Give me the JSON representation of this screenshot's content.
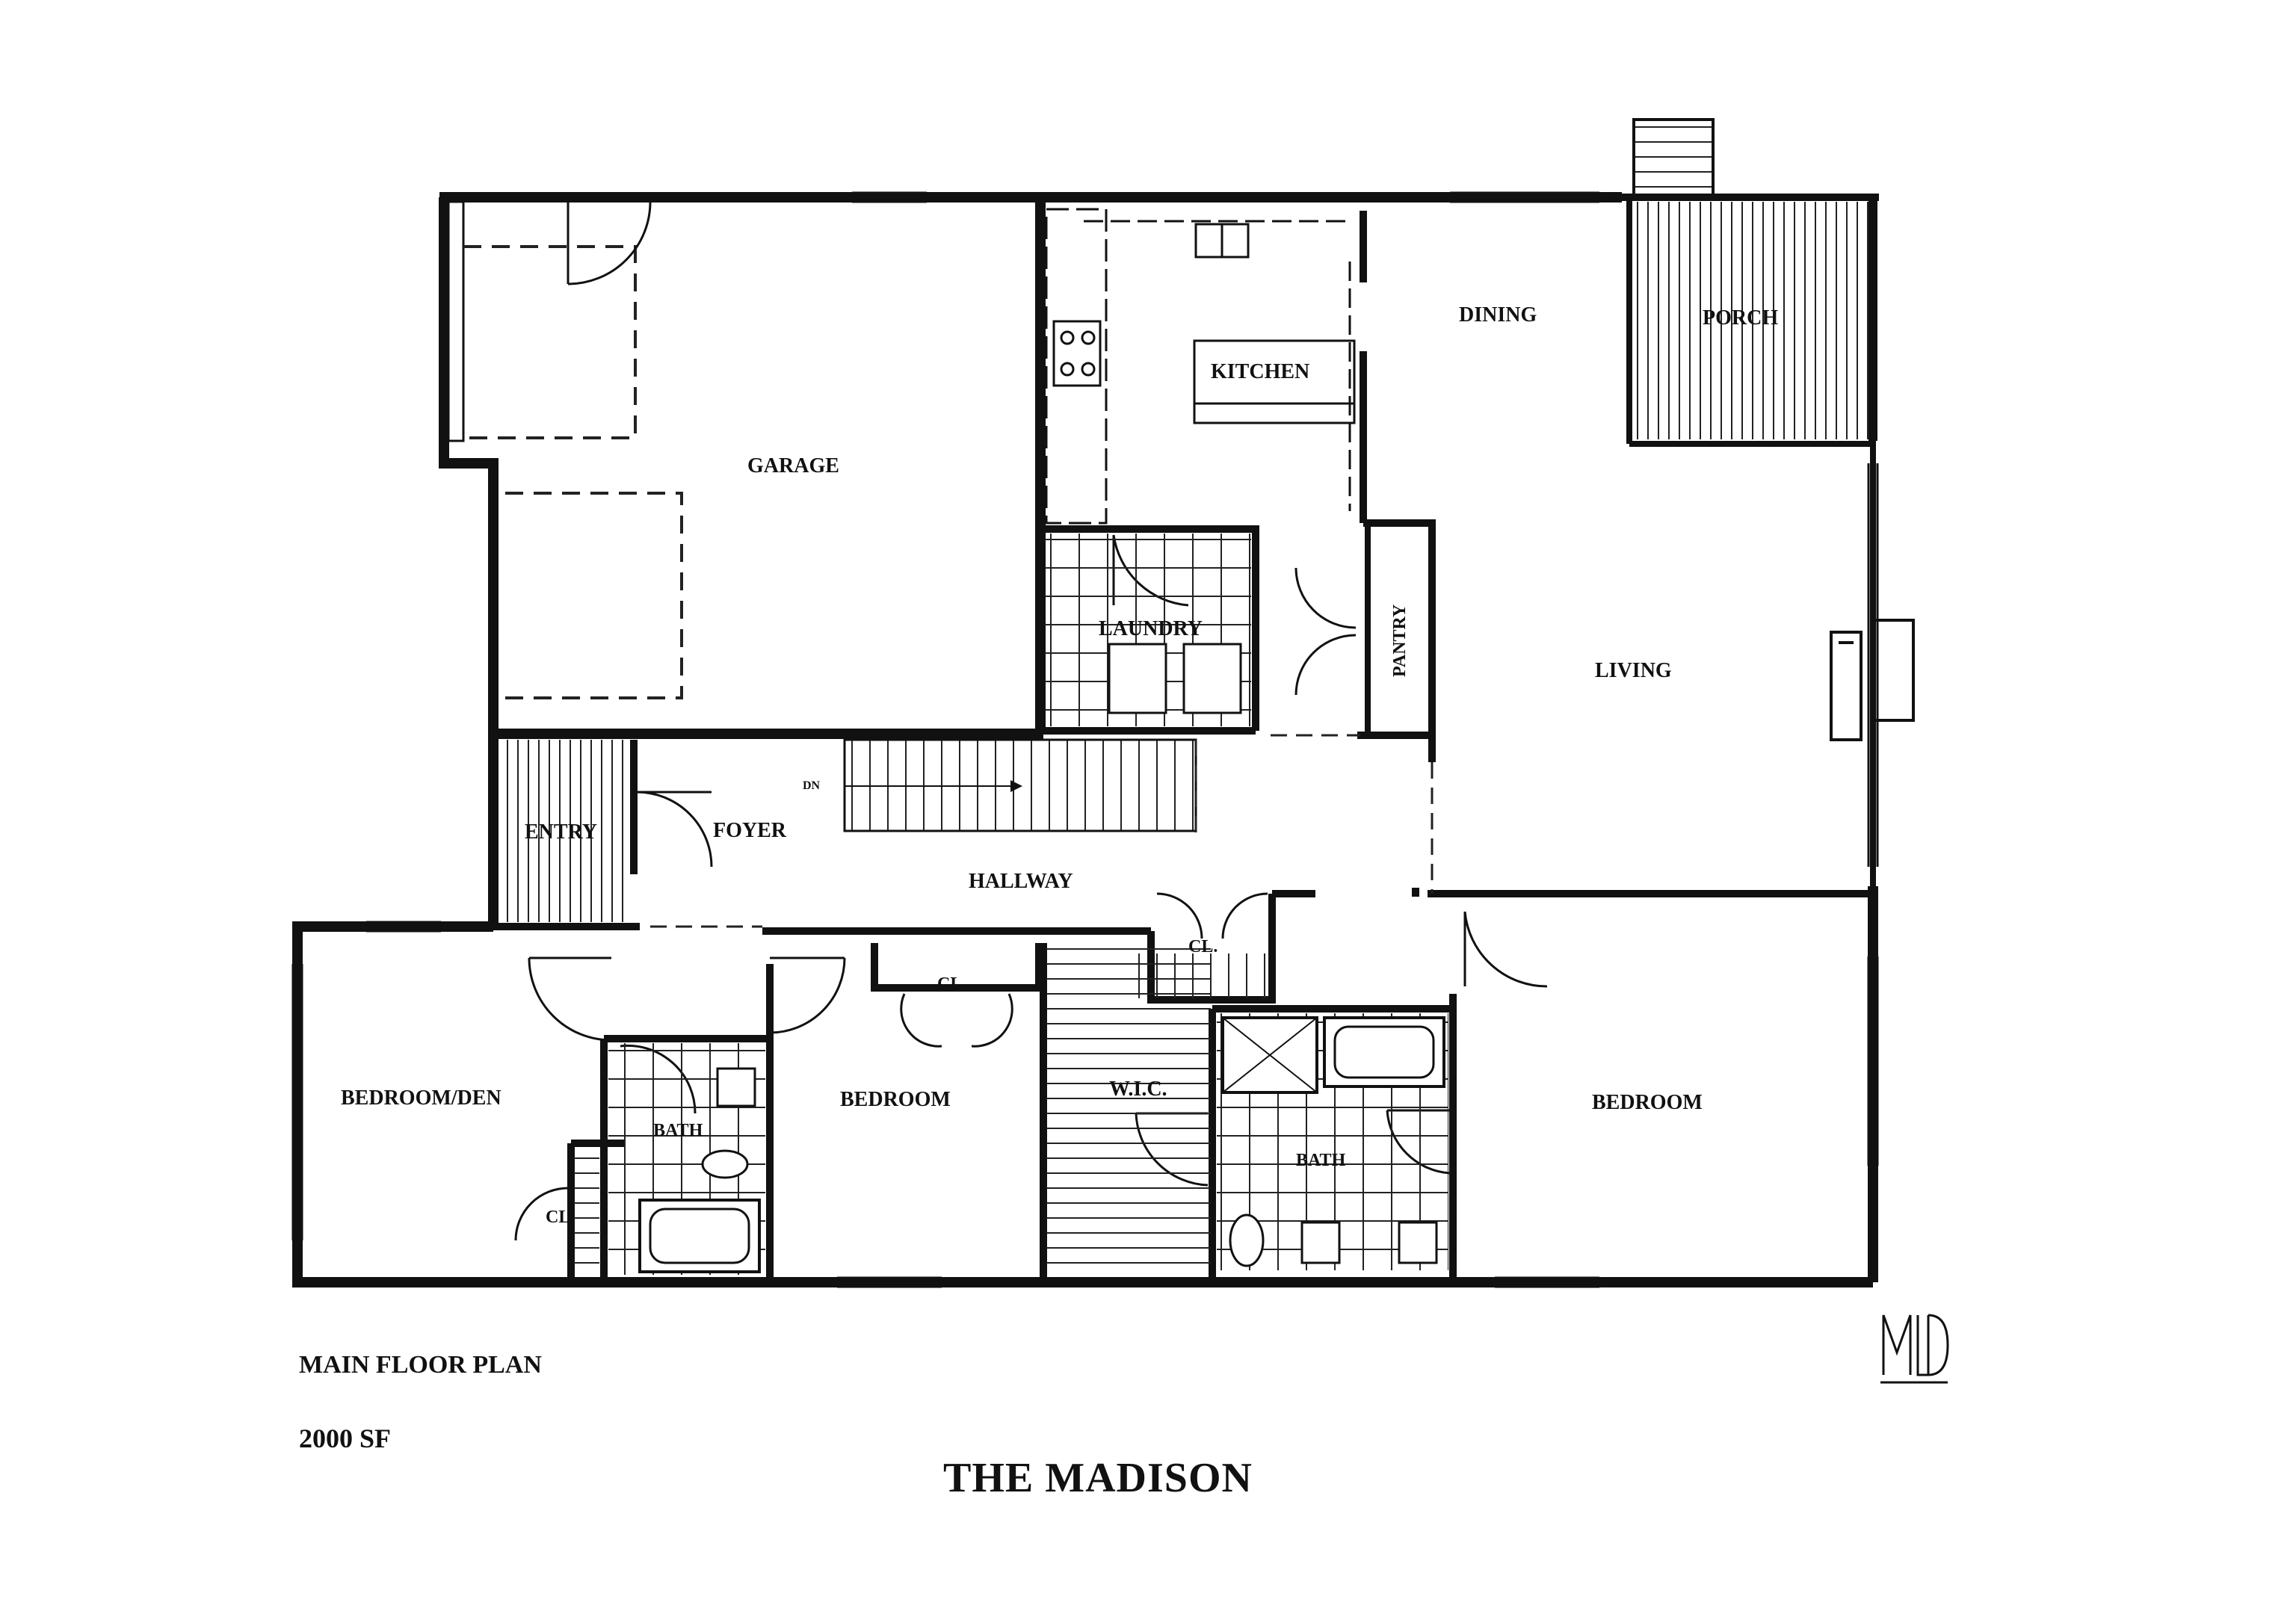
{
  "title": "THE MADISON",
  "plan_name": "MAIN FLOOR PLAN",
  "area": "2000 SF",
  "designer_mark": "MLD",
  "rooms": {
    "garage": "GARAGE",
    "kitchen": "KITCHEN",
    "dining": "DINING",
    "porch": "PORCH",
    "laundry": "LAUNDRY",
    "pantry": "PANTRY",
    "living": "LIVING",
    "entry": "ENTRY",
    "foyer": "FOYER",
    "hallway": "HALLWAY",
    "stair_dn": "DN",
    "hall_closet": "CL.",
    "bedroom_den": "BEDROOM/DEN",
    "bath_small": "BATH",
    "den_closet": "CL.",
    "bedroom_middle": "BEDROOM",
    "bedroom_closet": "CL.",
    "wic": "W.I.C.",
    "bath_master": "BATH",
    "bedroom_master": "BEDROOM"
  }
}
